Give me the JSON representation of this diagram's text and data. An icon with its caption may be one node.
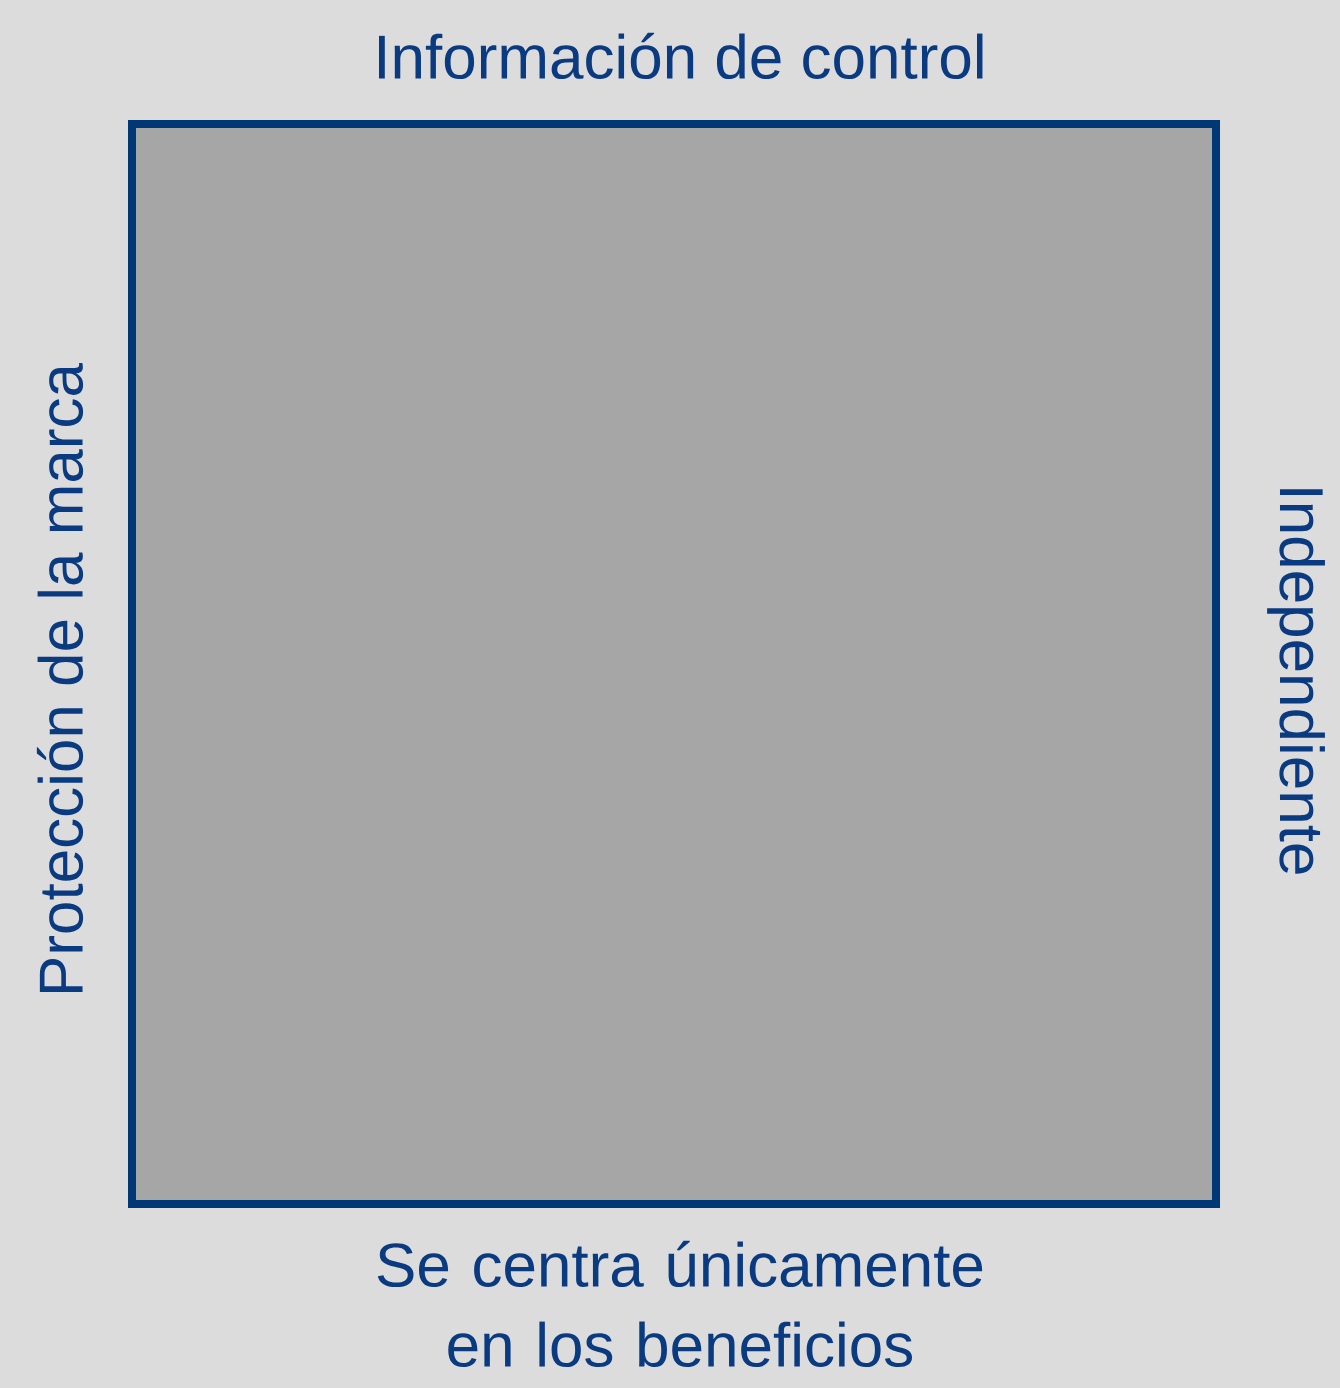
{
  "diagram": {
    "nodes": [
      {
        "text": [
          "Información de control",
          "Protección de la marca",
          "Independiente",
          "Se centra únicamente en los beneficios"
        ]
      }
    ]
  }
}
